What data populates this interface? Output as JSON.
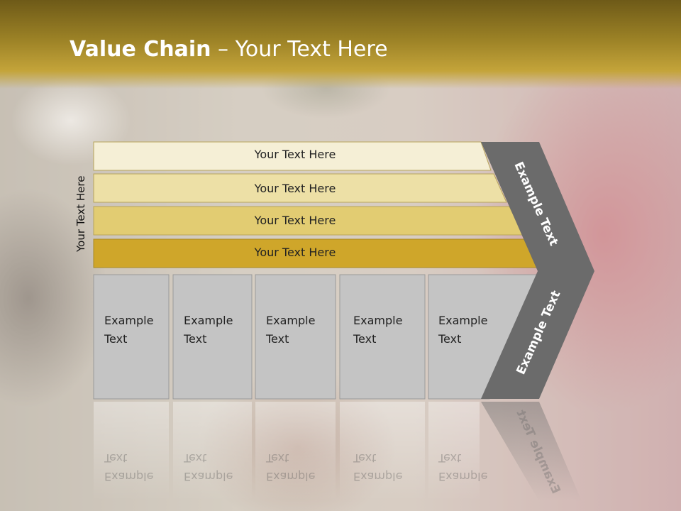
{
  "slide": {
    "title_bold": "Value Chain",
    "title_rest": " – Your Text Here",
    "side_label": "Your Text Here",
    "bars": [
      {
        "label": "Your Text Here",
        "color": "#f5efd6"
      },
      {
        "label": "Your Text Here",
        "color": "#ede0a6"
      },
      {
        "label": "Your Text Here",
        "color": "#e2cc72"
      },
      {
        "label": "Your Text Here",
        "color": "#cfa62a"
      }
    ],
    "boxes": [
      {
        "line1": "Example",
        "line2": "Text"
      },
      {
        "line1": "Example",
        "line2": "Text"
      },
      {
        "line1": "Example",
        "line2": "Text"
      },
      {
        "line1": "Example",
        "line2": "Text"
      },
      {
        "line1": "Example",
        "line2": "Text"
      }
    ],
    "chevron_top_label": "Example Text",
    "chevron_bottom_label": "Example Text",
    "colors": {
      "header": "#9c8226",
      "box_fill": "#c4c4c4",
      "chevron_fill": "#6b6b6b"
    }
  }
}
